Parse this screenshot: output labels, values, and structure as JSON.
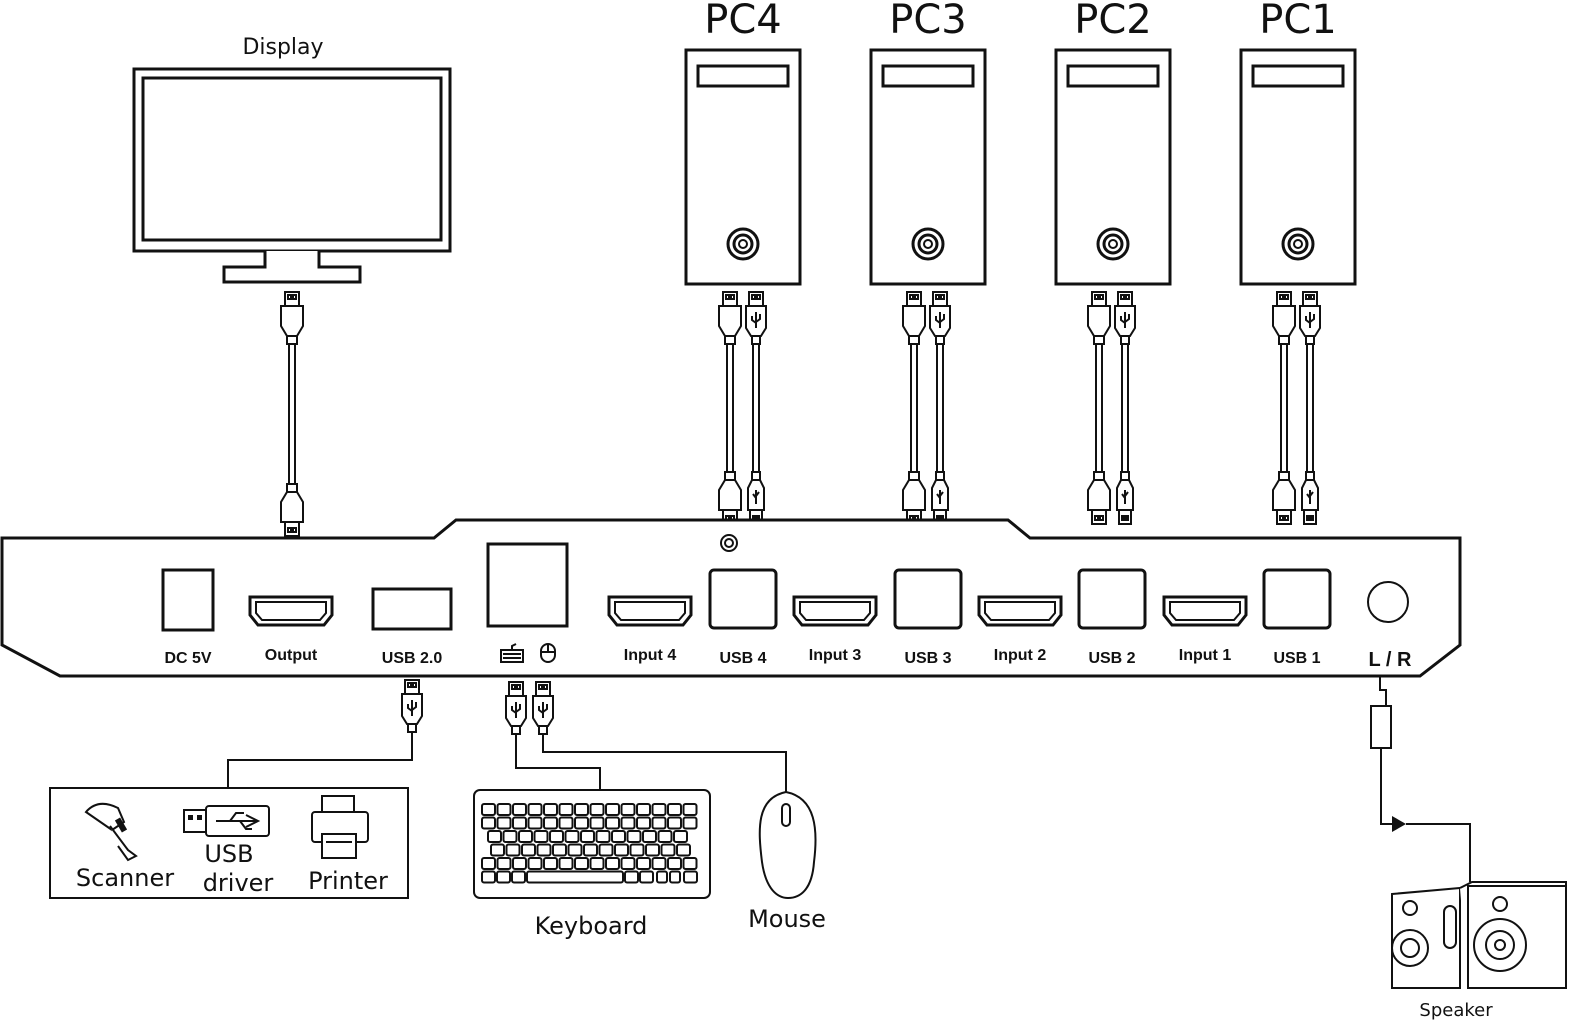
{
  "devices": {
    "display": "Display",
    "pcs": [
      "PC4",
      "PC3",
      "PC2",
      "PC1"
    ],
    "keyboard": "Keyboard",
    "mouse": "Mouse",
    "speaker": "Speaker",
    "usb_hub_devices": {
      "scanner": "Scanner",
      "usb_driver_line1": "USB",
      "usb_driver_line2": "driver",
      "printer": "Printer"
    }
  },
  "ports": {
    "dc": "DC 5V",
    "output": "Output",
    "usb20": "USB 2.0",
    "input4": "Input 4",
    "usb4": "USB 4",
    "input3": "Input 3",
    "usb3": "USB 3",
    "input2": "Input 2",
    "usb2": "USB 2",
    "input1": "Input 1",
    "usb1": "USB 1",
    "audio": "L / R"
  },
  "icons": [
    "keyboard-icon",
    "mouse-icon",
    "usb-symbol-icon",
    "power-led-icon"
  ],
  "colors": {
    "line": "#111111",
    "background": "#ffffff"
  }
}
